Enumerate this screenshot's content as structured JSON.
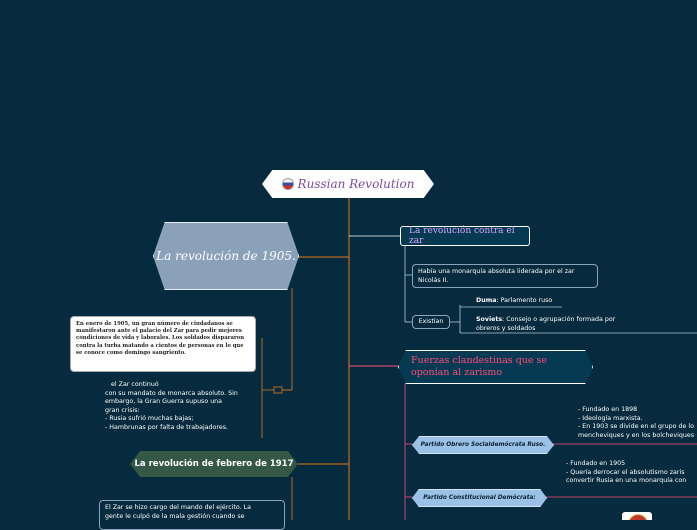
{
  "root": {
    "title": "Russian Revolution"
  },
  "left": {
    "rev1905": {
      "title": "La revolución de 1905."
    },
    "note1905": {
      "text": "En enero de 1905, un gran número de ciudadanos se manifestaron ante el palacio del Zar para pedir mejores condiciones de vida y laborales. Los soldados dispararon contra la turba matando a cientos de personas en lo que se conoce como domingo sangriento."
    },
    "zar_cont": {
      "lines": [
        "el Zar continuó",
        "con su mandato de monarca absoluto. Sin",
        "embargo, la Gran Guerra supuso una",
        "gran crisis:",
        "- Rusia sufrió muchas bajas;",
        "- Hambrunas por falta de trabajadores."
      ]
    },
    "feb": {
      "title": "La revolución de febrero de 1917"
    },
    "feb_note": {
      "lines": [
        "El Zar se hizo cargo del mando del ejército. La",
        "gente le culpó de la mala gestión cuando se"
      ]
    }
  },
  "right": {
    "contra": {
      "title": "La revolución contra el zar"
    },
    "monarquia": {
      "lines": [
        "Había una monarquía absoluta liderada por el zar",
        "Nicolás II."
      ]
    },
    "existian": {
      "label": "Existían"
    },
    "duma": {
      "bold": "Duma",
      "text": ": Parlamento ruso"
    },
    "soviets": {
      "bold": "Soviets",
      "line1": ": Consejo o agrupación formada por",
      "line2": "obreros y soldados"
    },
    "fuerzas": {
      "title": "Fuerzas clandestinas que se oponían al zarismo"
    },
    "partido_obrero": {
      "label": "Partido Obrero Socialdemócrata Ruso.",
      "lines": [
        "- Fundado en 1898",
        "- Ideología marxista.",
        "- En 1903 se divide en el grupo de lo",
        "mencheviques y en los bolcheviques"
      ]
    },
    "partido_const": {
      "label": "Partido Constitucional Demócrata:",
      "lines": [
        "- Fundado en 1905",
        "- Quería derrocar el absolutismo zaris",
        "convertir Rusia en una monarquía con"
      ]
    }
  },
  "colors": {
    "background": "#062a3e",
    "main_line": "#e07a1f",
    "accent_pink": "#ff4d7a",
    "accent_purple": "#d9a7ff"
  }
}
